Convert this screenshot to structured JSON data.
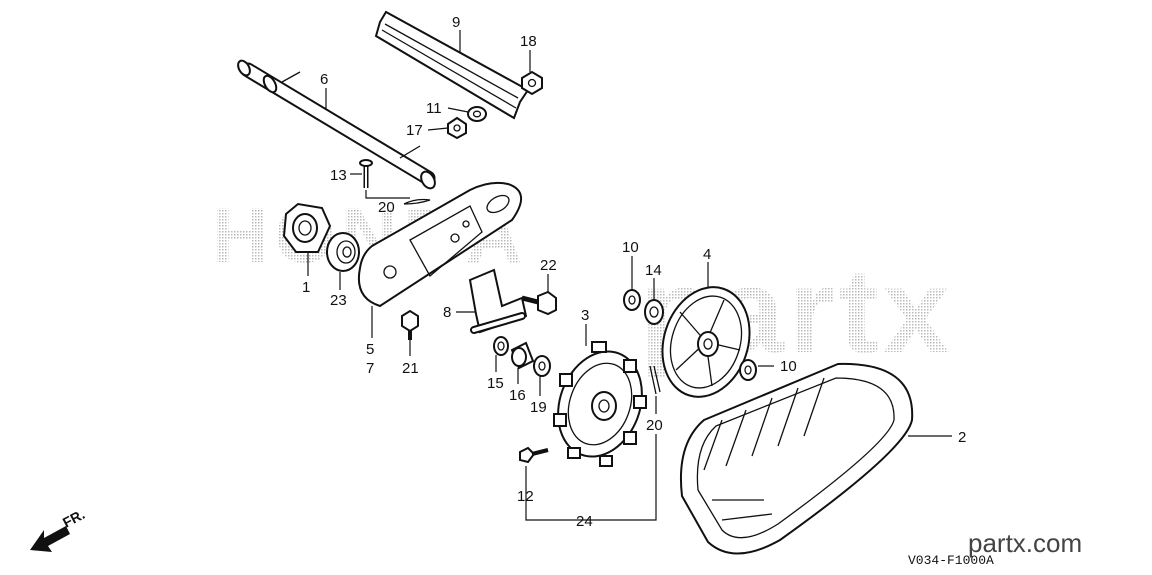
{
  "diagram": {
    "callouts": {
      "c1": "1",
      "c2": "2",
      "c3": "3",
      "c4": "4",
      "c5": "5",
      "c6": "6",
      "c7": "7",
      "c8": "8",
      "c9": "9",
      "c10a": "10",
      "c10b": "10",
      "c11": "11",
      "c12": "12",
      "c13": "13",
      "c14": "14",
      "c15": "15",
      "c16": "16",
      "c17": "17",
      "c18": "18",
      "c19": "19",
      "c20a": "20",
      "c20b": "20",
      "c21": "21",
      "c22": "22",
      "c23": "23",
      "c24": "24"
    },
    "watermark_brand": "HONDA",
    "watermark_partx": "partx",
    "site": "partx.com",
    "ref_code": "V034-F1000A",
    "direction_label": "FR.",
    "icons": [
      "front-direction-arrow-icon"
    ]
  }
}
